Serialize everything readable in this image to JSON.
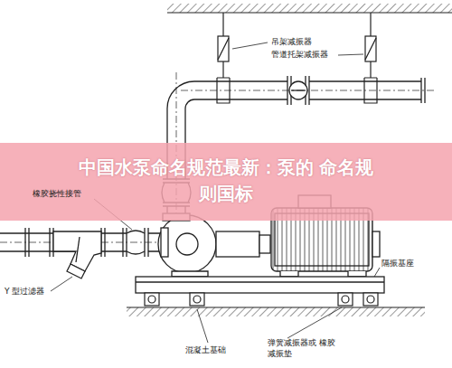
{
  "diagram": {
    "title": "中国水泵命名规范最新：泵的 命名规则国标",
    "labels": [
      "吊架减振器",
      "管道托架减振器",
      "橡胶挠性接管",
      "Y 型过滤器",
      "隔振基座",
      "混凝土基础",
      "弹簧减振器或 橡胶减振垫"
    ]
  }
}
